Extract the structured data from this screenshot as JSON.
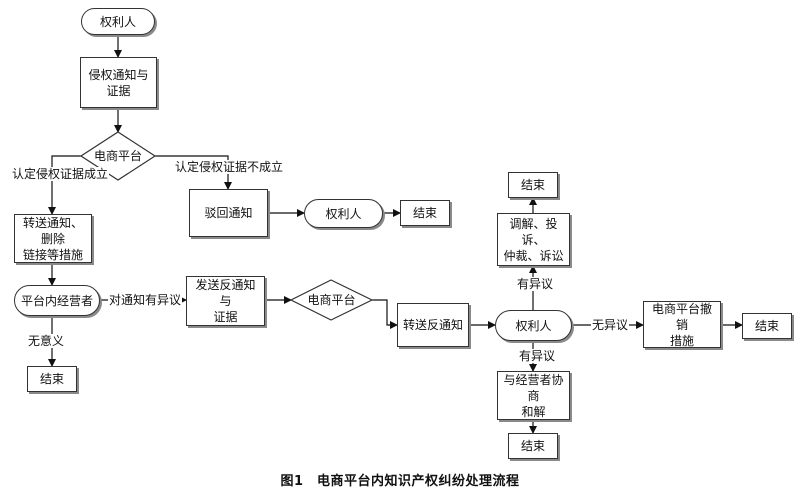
{
  "nodes": {
    "rights_holder_top": "权利人",
    "infringement_notice": "侵权通知与\n证据",
    "platform_decision_1": "电商平台",
    "reject_notice": "驳回通知",
    "rights_holder_reject": "权利人",
    "end_reject": "结束",
    "forward_delete": "转送通知、删除\n链接等措施",
    "merchant": "平台内经营者",
    "end_no_objection": "结束",
    "counter_notice": "发送反通知与\n证据",
    "platform_decision_2": "电商平台",
    "forward_counter": "转送反通知",
    "rights_holder_main": "权利人",
    "platform_revoke": "电商平台撤销\n措施",
    "end_revoke": "结束",
    "mediation": "调解、投诉、\n仲裁、诉讼",
    "end_mediation": "结束",
    "settlement": "与经营者协商\n和解",
    "end_settlement": "结束"
  },
  "edges": {
    "established": "认定侵权证据成立",
    "not_established": "认定侵权证据不成立",
    "objection_to_notice": "对通知有异议",
    "meaningless": "无意义",
    "has_objection_up": "有异议",
    "has_objection_down": "有异议",
    "no_objection": "无异议"
  },
  "caption": "图1　电商平台内知识产权纠纷处理流程"
}
